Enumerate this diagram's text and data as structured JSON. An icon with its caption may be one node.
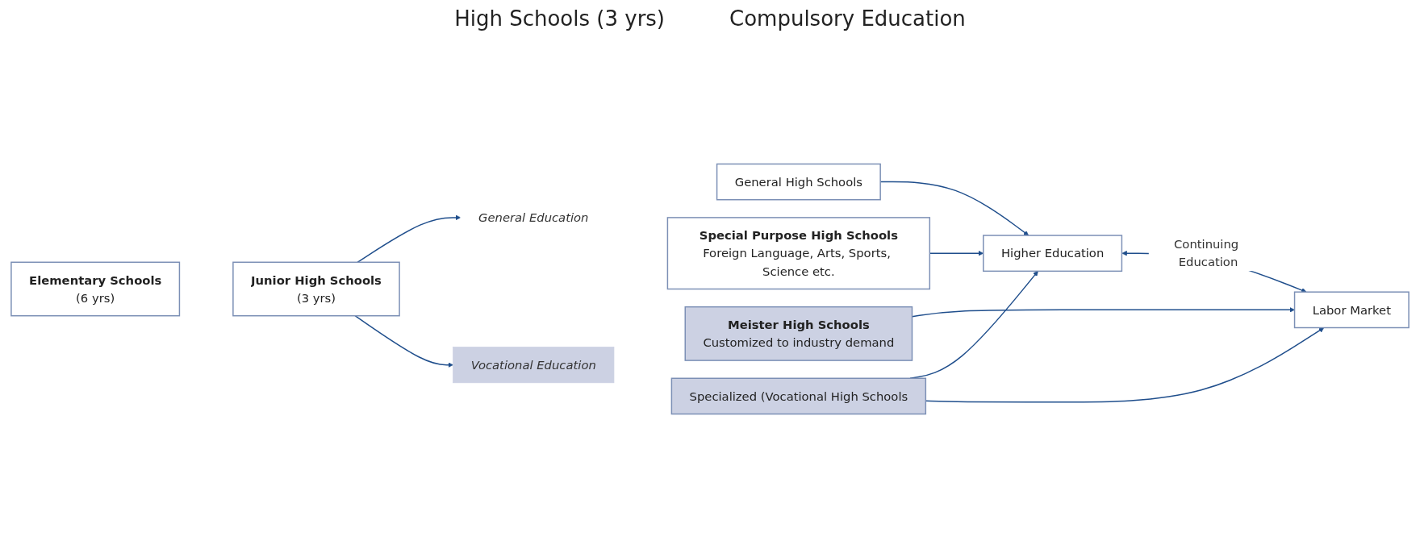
{
  "diagram": {
    "nodes": [
      {
        "text": [
          "Elementary Schools",
          "(6 yrs)"
        ]
      },
      {
        "text": [
          "Junior High Schools",
          "(3 yrs)"
        ]
      },
      {
        "text": [
          "General Education"
        ]
      },
      {
        "text": [
          "Vocational Education"
        ]
      },
      {
        "text": [
          "General High Schools"
        ]
      },
      {
        "text": [
          "Special Purpose High Schools",
          "Foreign Language, Arts, Sports, Science etc."
        ]
      },
      {
        "text": [
          "Meister High Schools",
          "Customized to industry demand"
        ]
      },
      {
        "text": [
          "Specialized (Vocational High Schools"
        ]
      },
      {
        "text": [
          "Higher Education"
        ]
      },
      {
        "text": [
          "Labor Market"
        ]
      }
    ],
    "edges": [
      {
        "from": 1,
        "to": 2,
        "arrow": "to"
      },
      {
        "from": 1,
        "to": 3,
        "arrow": "to"
      },
      {
        "from": 4,
        "to": 8,
        "arrow": "to"
      },
      {
        "from": 5,
        "to": 8,
        "arrow": "to"
      },
      {
        "from": 6,
        "to": 9,
        "arrow": "to"
      },
      {
        "from": 7,
        "to": 8,
        "arrow": "to"
      },
      {
        "from": 7,
        "to": 9,
        "arrow": "to"
      },
      {
        "from": 8,
        "to": 9,
        "arrow": "both",
        "label": "Continuing Education"
      }
    ],
    "labels": [
      "High Schools (3 yrs)",
      "Compulsory Education"
    ]
  }
}
